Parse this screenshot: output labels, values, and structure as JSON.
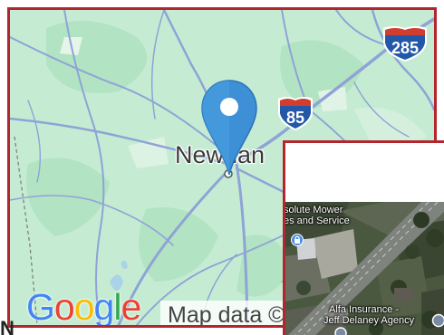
{
  "map": {
    "city_name": "Newnan",
    "attribution": "Map data ©",
    "brand": [
      "G",
      "o",
      "o",
      "g",
      "l",
      "e"
    ],
    "brand_colors": [
      "#4285F4",
      "#EA4335",
      "#FBBC05",
      "#4285F4",
      "#34A853",
      "#EA4335"
    ],
    "interstate_85": "85",
    "interstate_285": "285",
    "frame_color": "#b3262d",
    "land_color": "#bfe9cf",
    "road_color": "#8fa3d6",
    "pin_color": "#3d8fd6",
    "pin_icon": "map-pin-icon"
  },
  "inset": {
    "poi_1_line1": "solute Mower",
    "poi_1_line2": "es and Service",
    "poi_2_line1": "Alfa Insurance -",
    "poi_2_line2": "Jeff Delaney Agency",
    "poi_icon": "lock-icon"
  },
  "page": {
    "cut_text": "N"
  }
}
